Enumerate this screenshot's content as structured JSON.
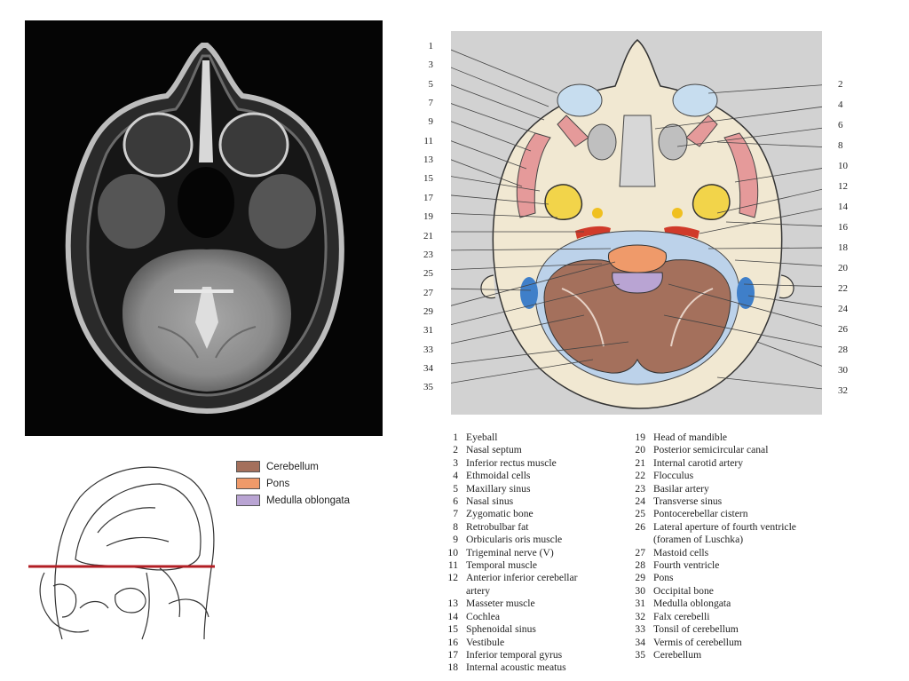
{
  "diagram_labels_left": [
    "1",
    "3",
    "5",
    "7",
    "9",
    "11",
    "13",
    "15",
    "17",
    "19",
    "21",
    "23",
    "25",
    "27",
    "29",
    "31",
    "33",
    "34",
    "35"
  ],
  "diagram_labels_right": [
    "2",
    "4",
    "6",
    "8",
    "10",
    "12",
    "14",
    "16",
    "18",
    "20",
    "22",
    "24",
    "26",
    "28",
    "30",
    "32"
  ],
  "key": [
    {
      "label": "Cerebellum",
      "color": "#a4705c"
    },
    {
      "label": "Pons",
      "color": "#ef9a6a"
    },
    {
      "label": "Medulla oblongata",
      "color": "#b9a4d3"
    }
  ],
  "structures_col1": [
    {
      "n": "1",
      "lines": [
        "Eyeball"
      ]
    },
    {
      "n": "2",
      "lines": [
        "Nasal septum"
      ]
    },
    {
      "n": "3",
      "lines": [
        "Inferior rectus muscle"
      ]
    },
    {
      "n": "4",
      "lines": [
        "Ethmoidal cells"
      ]
    },
    {
      "n": "5",
      "lines": [
        "Maxillary sinus"
      ]
    },
    {
      "n": "6",
      "lines": [
        "Nasal sinus"
      ]
    },
    {
      "n": "7",
      "lines": [
        "Zygomatic bone"
      ]
    },
    {
      "n": "8",
      "lines": [
        "Retrobulbar fat"
      ]
    },
    {
      "n": "9",
      "lines": [
        "Orbicularis oris muscle"
      ]
    },
    {
      "n": "10",
      "lines": [
        "Trigeminal nerve (V)"
      ]
    },
    {
      "n": "11",
      "lines": [
        "Temporal muscle"
      ]
    },
    {
      "n": "12",
      "lines": [
        "Anterior inferior cerebellar",
        "artery"
      ]
    },
    {
      "n": "13",
      "lines": [
        "Masseter muscle"
      ]
    },
    {
      "n": "14",
      "lines": [
        "Cochlea"
      ]
    },
    {
      "n": "15",
      "lines": [
        "Sphenoidal sinus"
      ]
    },
    {
      "n": "16",
      "lines": [
        "Vestibule"
      ]
    },
    {
      "n": "17",
      "lines": [
        "Inferior temporal gyrus"
      ]
    },
    {
      "n": "18",
      "lines": [
        "Internal acoustic meatus"
      ]
    }
  ],
  "structures_col2": [
    {
      "n": "19",
      "lines": [
        "Head of mandible"
      ]
    },
    {
      "n": "20",
      "lines": [
        "Posterior semicircular canal"
      ]
    },
    {
      "n": "21",
      "lines": [
        "Internal carotid artery"
      ]
    },
    {
      "n": "22",
      "lines": [
        "Flocculus"
      ]
    },
    {
      "n": "23",
      "lines": [
        "Basilar artery"
      ]
    },
    {
      "n": "24",
      "lines": [
        "Transverse sinus"
      ]
    },
    {
      "n": "25",
      "lines": [
        "Pontocerebellar cistern"
      ]
    },
    {
      "n": "26",
      "lines": [
        "Lateral aperture of fourth ventricle",
        "(foramen of Luschka)"
      ]
    },
    {
      "n": "27",
      "lines": [
        "Mastoid cells"
      ]
    },
    {
      "n": "28",
      "lines": [
        "Fourth ventricle"
      ]
    },
    {
      "n": "29",
      "lines": [
        "Pons"
      ]
    },
    {
      "n": "30",
      "lines": [
        "Occipital bone"
      ]
    },
    {
      "n": "31",
      "lines": [
        "Medulla oblongata"
      ]
    },
    {
      "n": "32",
      "lines": [
        "Falx cerebelli"
      ]
    },
    {
      "n": "33",
      "lines": [
        "Tonsil of cerebellum"
      ]
    },
    {
      "n": "34",
      "lines": [
        "Vermis of cerebellum"
      ]
    },
    {
      "n": "35",
      "lines": [
        "Cerebellum"
      ]
    }
  ]
}
